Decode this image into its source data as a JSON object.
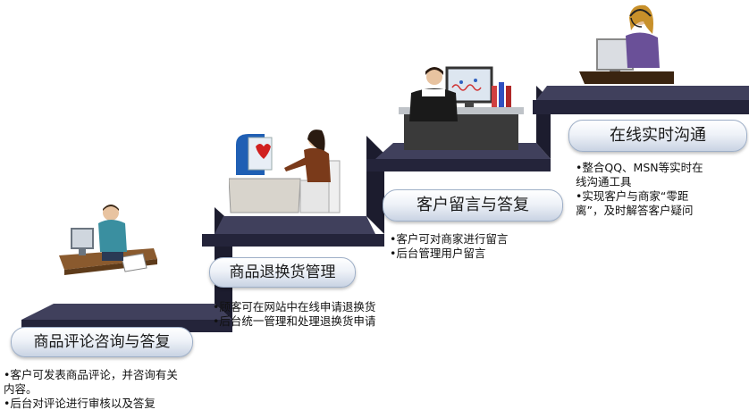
{
  "steps": [
    {
      "title": "商品评论咨询与答复",
      "bullets": [
        "•客户可发表商品评论，并咨询有关",
        "内容。",
        "•后台对评论进行审核以及答复"
      ]
    },
    {
      "title": "商品退换货管理",
      "bullets": [
        "•顾客可在网站中在线申请退换货",
        "•后台统一管理和处理退换货申请"
      ]
    },
    {
      "title": "客户留言与答复",
      "bullets": [
        "•客户可对商家进行留言",
        "•后台管理用户留言"
      ]
    },
    {
      "title": "在线实时沟通",
      "bullets": [
        "•整合QQ、MSN等实时在",
        "线沟通工具",
        "•实现客户与商家“零距",
        "离”，及时解答客户疑问"
      ]
    }
  ],
  "colors": {
    "stair_top": "#40405c",
    "stair_front": "#24243a",
    "stair_riser": "#1c1c2e",
    "pill_border": "#9fb0c8"
  },
  "icons": [
    "person-at-desk-icon",
    "woman-at-computer-icon",
    "man-at-monitor-icon",
    "headset-operator-icon"
  ]
}
